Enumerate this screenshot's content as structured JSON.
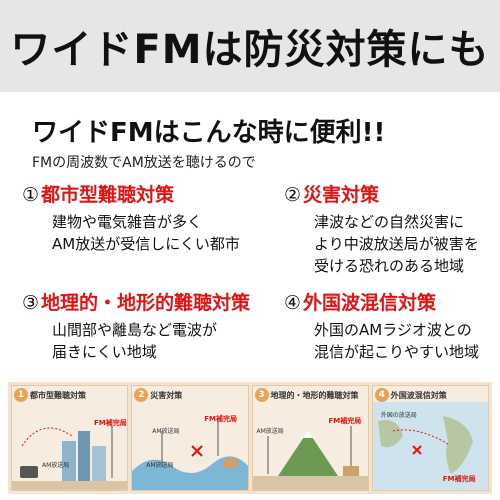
{
  "banner": {
    "title": "ワイドFMは防災対策にも"
  },
  "headline": "ワイドFMはこんな時に便利!!",
  "subline": "FMの周波数でAM放送を聴けるので",
  "items": [
    {
      "num": "①",
      "title": "都市型難聴対策",
      "lines": [
        "建物や電気雑音が多く",
        "AM放送が受信しにくい都市"
      ]
    },
    {
      "num": "②",
      "title": "災害対策",
      "lines": [
        "津波などの自然災害に",
        "より中波放送局が被害を",
        "受ける恐れのある地域"
      ]
    },
    {
      "num": "③",
      "title": "地理的・地形的難聴対策",
      "lines": [
        "山間部や離島など電波が",
        "届きにくい地域"
      ]
    },
    {
      "num": "④",
      "title": "外国波混信対策",
      "lines": [
        "外国のAMラジオ波との",
        "混信が起こりやすい地域"
      ]
    }
  ],
  "panels": [
    {
      "num": "1",
      "title": "都市型難聴対策",
      "labels": {
        "fm": "FM補完局",
        "am": "AM放送局"
      }
    },
    {
      "num": "2",
      "title": "災害対策",
      "labels": {
        "am1": "AM放送局",
        "fm": "FM補完局",
        "am2": "AM放送局"
      }
    },
    {
      "num": "3",
      "title": "地理的・地形的難聴対策",
      "labels": {
        "am": "AM放送局",
        "fm": "FM補完局"
      }
    },
    {
      "num": "4",
      "title": "外国波混信対策",
      "labels": {
        "foreign": "外国の放送局",
        "fm": "FM補完局"
      }
    }
  ],
  "colors": {
    "accent_red": "#e01414",
    "banner_bg": "#e6e6e6",
    "strip_bg": "#f3e3cf"
  }
}
